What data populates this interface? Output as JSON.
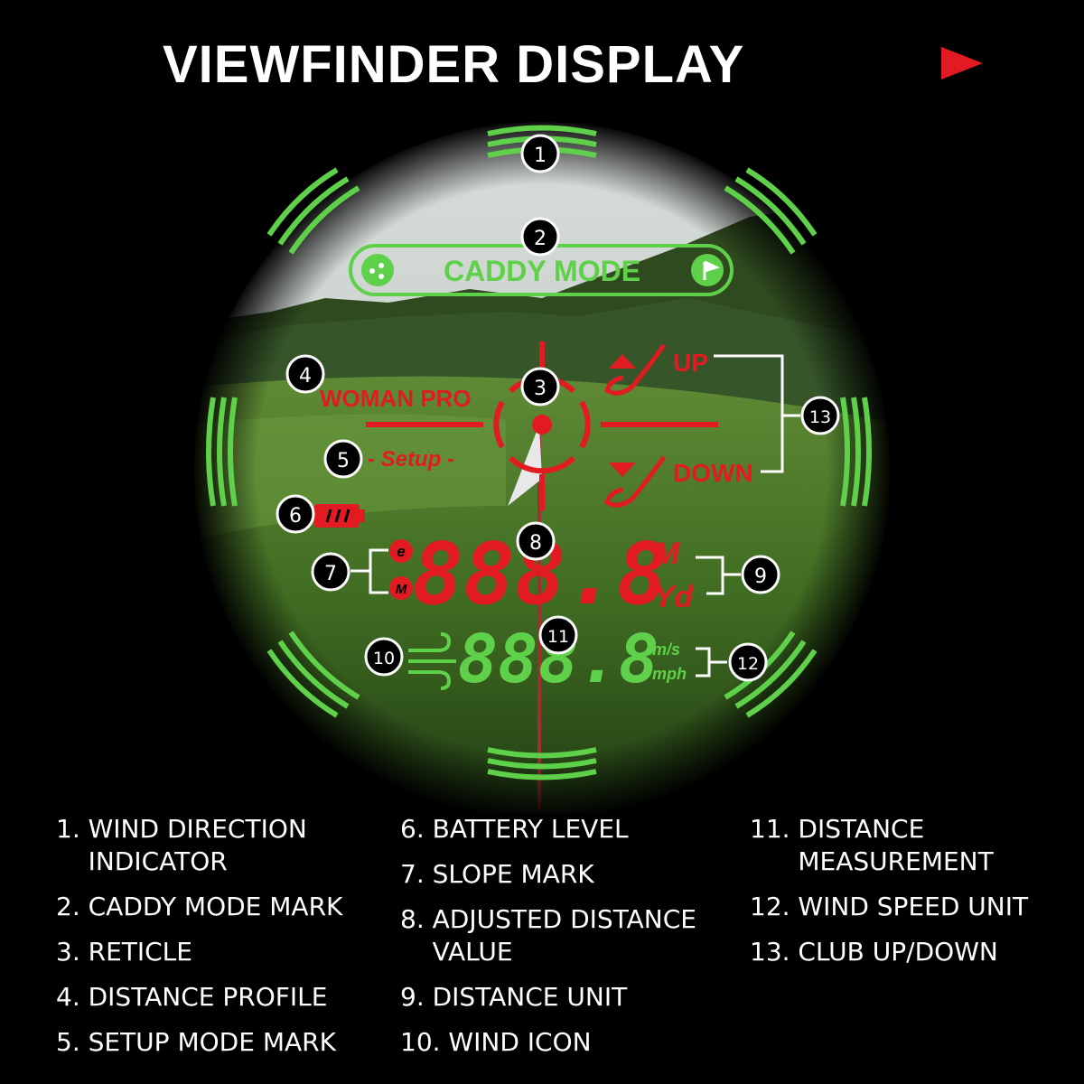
{
  "title": "VIEWFINDER DISPLAY",
  "colors": {
    "green": "#5fd04a",
    "red": "#e21b23",
    "white": "#ffffff"
  },
  "display": {
    "caddy_mode": "CADDY MODE",
    "distance_profile": "WOMAN  PRO",
    "setup": "- Setup -",
    "club_up": "UP",
    "club_down": "DOWN",
    "slope_e": "e",
    "slope_m": "M",
    "distance_digits": "888.8",
    "distance_unit_m": "M",
    "distance_unit_yd": "Yd",
    "wind_digits": "888.8",
    "wind_unit_ms": "m/s",
    "wind_unit_mph": "mph"
  },
  "markers": [
    "1",
    "2",
    "3",
    "4",
    "5",
    "6",
    "7",
    "8",
    "9",
    "10",
    "11",
    "12",
    "13"
  ],
  "legend": {
    "col1": [
      "1. WIND DIRECTION\n    INDICATOR",
      "2. CADDY MODE MARK",
      "3. RETICLE",
      "4. DISTANCE PROFILE",
      "5. SETUP MODE MARK"
    ],
    "col2": [
      "6. BATTERY LEVEL",
      "7. SLOPE MARK",
      "8. ADJUSTED DISTANCE\n    VALUE",
      "9. DISTANCE UNIT",
      "10. WIND ICON"
    ],
    "col3": [
      "11. DISTANCE\n      MEASUREMENT",
      "12. WIND SPEED UNIT",
      "13. CLUB UP/DOWN"
    ]
  }
}
